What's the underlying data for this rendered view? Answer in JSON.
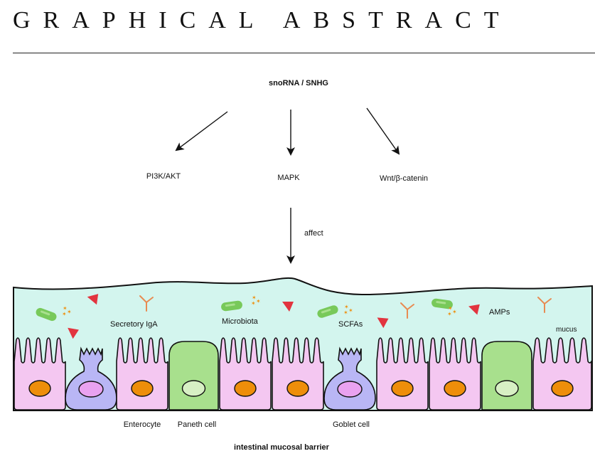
{
  "header": {
    "title": "GRAPHICAL ABSTRACT"
  },
  "diagram": {
    "top_node": "snoRNA / SNHG",
    "pathways": [
      "PI3K/AKT",
      "MAPK",
      "Wnt/β-catenin"
    ],
    "arrow_label": "affect",
    "lumen_labels": {
      "iga": "Secretory IgA",
      "microbiota": "Microbiota",
      "scfas": "SCFAs",
      "amps": "AMPs",
      "mucus": "mucus"
    },
    "cell_labels": {
      "enterocyte": "Enterocyte",
      "paneth": "Paneth cell",
      "goblet": "Goblet cell"
    },
    "caption": "intestinal mucosal barrier"
  },
  "colors": {
    "mucus_layer": "#d3f5ee",
    "enterocyte": "#f4c7f1",
    "nucleus": "#ee8e0a",
    "paneth": "#a8e08d",
    "goblet": "#b9b6f5",
    "goblet_nucleus": "#e9a2f0",
    "bacteria": "#78c95a",
    "antigen_triangle": "#e2343f",
    "iga": "#e88b52",
    "stars": "#ee8e0a"
  }
}
